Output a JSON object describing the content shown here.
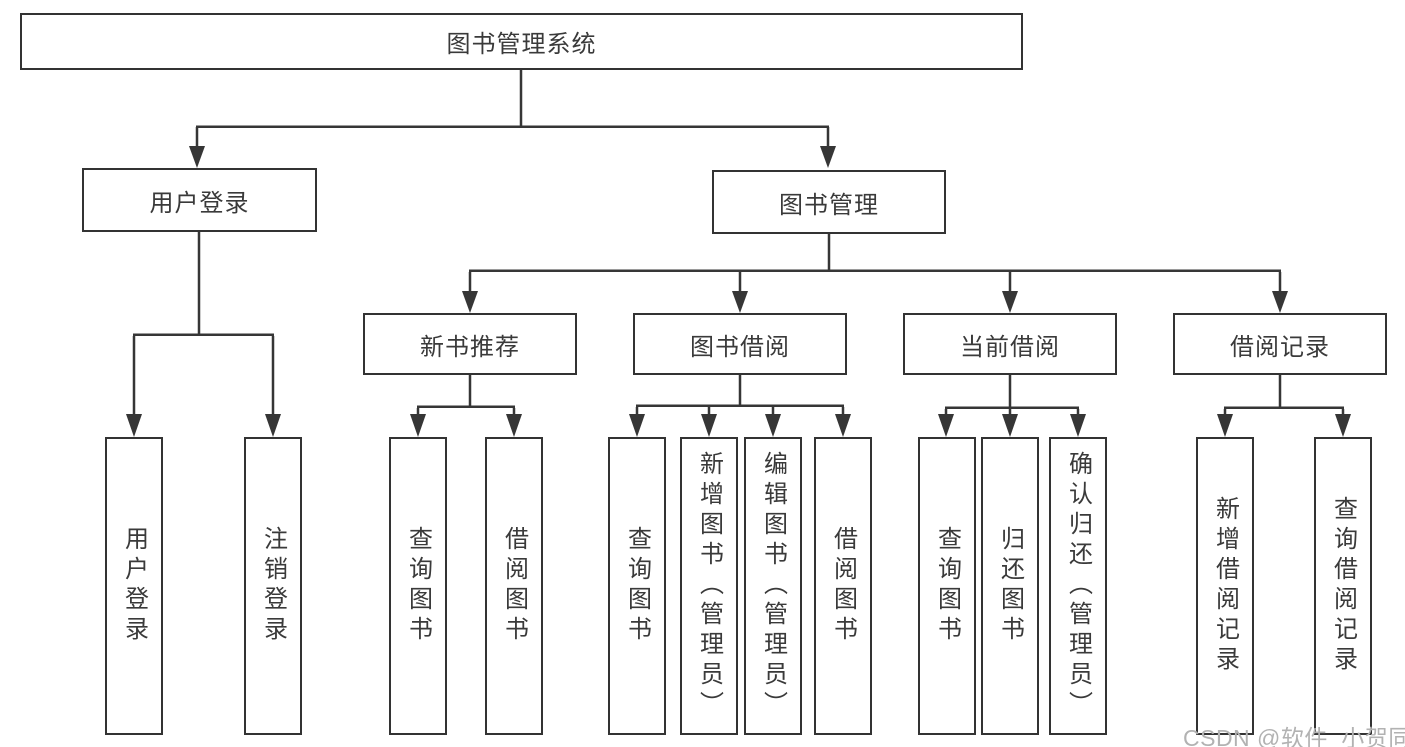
{
  "diagram": {
    "title": "图书管理系统",
    "tree": {
      "label": "图书管理系统",
      "children": [
        {
          "label": "用户登录",
          "children": [
            {
              "label": "用户登录"
            },
            {
              "label": "注销登录"
            }
          ]
        },
        {
          "label": "图书管理",
          "children": [
            {
              "label": "新书推荐",
              "children": [
                {
                  "label": "查询图书"
                },
                {
                  "label": "借阅图书"
                }
              ]
            },
            {
              "label": "图书借阅",
              "children": [
                {
                  "label": "查询图书"
                },
                {
                  "label": "新增图书（管理员）"
                },
                {
                  "label": "编辑图书（管理员）"
                },
                {
                  "label": "借阅图书"
                }
              ]
            },
            {
              "label": "当前借阅",
              "children": [
                {
                  "label": "查询图书"
                },
                {
                  "label": "归还图书"
                },
                {
                  "label": "确认归还（管理员）"
                }
              ]
            },
            {
              "label": "借阅记录",
              "children": [
                {
                  "label": "新增借阅记录"
                },
                {
                  "label": "查询借阅记录"
                }
              ]
            }
          ]
        }
      ]
    },
    "colors": {
      "line": "#363636",
      "box_border": "#333333",
      "text": "#3a3a3a",
      "background": "#ffffff"
    }
  },
  "watermark": {
    "text": "CSDN @软件_小贺同学",
    "color": "#b2b2b2"
  }
}
